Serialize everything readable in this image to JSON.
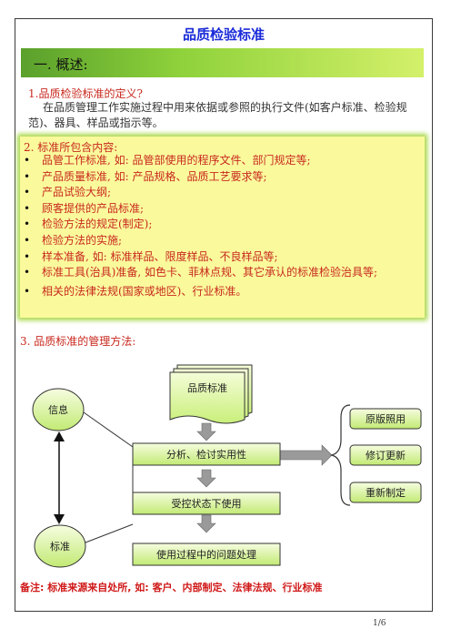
{
  "title": "品质检验标准",
  "section_heading": "一. 概述:",
  "q1": {
    "heading": "1.品质检验标准的定义?",
    "text": "在品质管理工作实施过程中用来依据或参照的执行文件(如客户标准、检验规范)、器具、样品或指示等。"
  },
  "box": {
    "heading": "2. 标准所包含内容:",
    "items": [
      "品管工作标准, 如: 品管部使用的程序文件、部门规定等;",
      "产品质量标准, 如: 产品规格、品质工艺要求等;",
      "产品试验大纲;",
      "顾客提供的产品标准;",
      "检验方法的规定(制定);",
      "检验方法的实施;",
      "样本准备, 如: 标准样品、限度样品、不良样品等;",
      "标准工具(治具)准备, 如色卡、菲林点规、其它承认的标准检验治具等;",
      "相关的法律法规(国家或地区)、行业标准。"
    ]
  },
  "q3": {
    "heading": "3. 品质标准的管理方法:"
  },
  "flowchart": {
    "doc": "品质标准",
    "info": "信息",
    "standard": "标准",
    "analyze": "分析、检讨实用性",
    "controlled": "受控状态下使用",
    "problems": "使用过程中的问题处理",
    "outcomes": [
      "原版照用",
      "修订更新",
      "重新制定"
    ]
  },
  "caption": "备注: 标准来源来自处所, 如: 客户、内部制定、法律法规、行业标准",
  "page_number": "1/6"
}
